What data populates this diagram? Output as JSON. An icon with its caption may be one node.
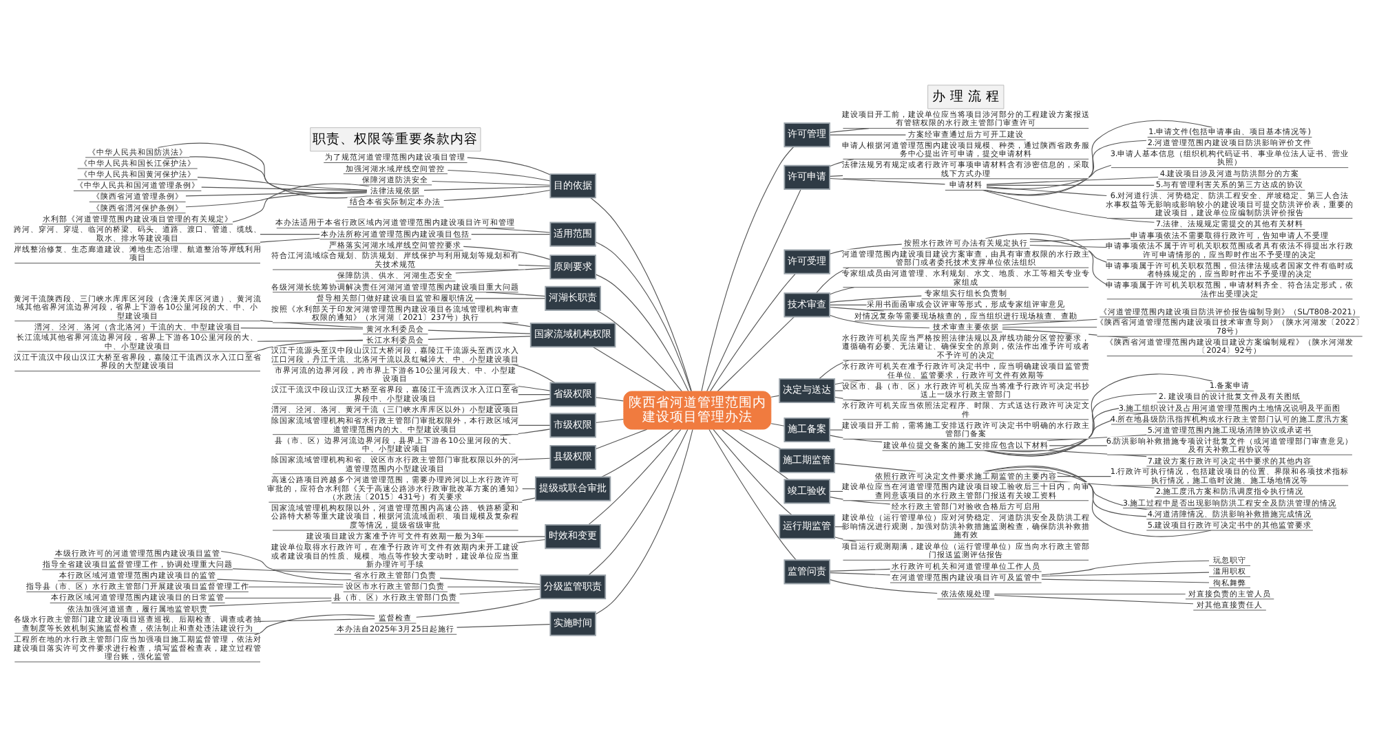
{
  "diagram": {
    "nodes": [
      {
        "text": [
          "陕西省河道管理范围内建设项目管理办法"
        ]
      },
      {
        "text": [
          "目的依据"
        ]
      },
      {
        "text": [
          "为了规范河道管理范围内建设项目管理"
        ]
      },
      {
        "text": [
          "加强河湖水域岸线空间管控"
        ]
      },
      {
        "text": [
          "保障河道防洪安全"
        ]
      },
      {
        "text": [
          "法律法规依据"
        ]
      },
      {
        "text": [
          "《中华人民共和国防洪法》"
        ]
      },
      {
        "text": [
          "《中华人民共和国长江保护法》"
        ]
      },
      {
        "text": [
          "《中华人民共和国黄河保护法》"
        ]
      },
      {
        "text": [
          "《中华人民共和国河道管理条例》"
        ]
      },
      {
        "text": [
          "《陕西省河道管理条例》"
        ]
      },
      {
        "text": [
          "《陕西省渭河保护条例》"
        ]
      },
      {
        "text": [
          "水利部《河道管理范围内建设项目管理的有关规定》"
        ]
      },
      {
        "text": [
          "结合本省实际制定本办法"
        ]
      },
      {
        "text": [
          "适用范围"
        ]
      },
      {
        "text": [
          "本办法适用于本省行政区域内河道管理范围内建设项目许可和管理"
        ]
      },
      {
        "text": [
          "本办法所称河道管理范围内建设项目包括"
        ]
      },
      {
        "text": [
          "跨河、穿河、穿堤、临河的桥梁、码头、道路、渡口、管道、缆线、取水、排水等建设项目"
        ]
      },
      {
        "text": [
          "岸线整治修复、生态廊道建设、滩地生态治理、航道整治等岸线利用项目"
        ]
      },
      {
        "text": [
          "原则要求"
        ]
      },
      {
        "text": [
          "严格落实河湖水域岸线空间管控要求"
        ]
      },
      {
        "text": [
          "符合江河流域综合规划、防洪规划、岸线保护与利用规划等规划和有关技术规范"
        ]
      },
      {
        "text": [
          "保障防洪、供水、河湖生态安全"
        ]
      },
      {
        "text": [
          "河湖长职责"
        ]
      },
      {
        "text": [
          "各级河湖长统筹协调解决责任河湖河道管理范围内建设项目重大问题"
        ]
      },
      {
        "text": [
          "督导相关部门做好建设项目监管和履职情况"
        ]
      },
      {
        "text": [
          "国家流域机构权限"
        ]
      },
      {
        "text": [
          "按照《水利部关于印发河湖管理范围内建设项目各流域管理机构审查权限的通知》（水河湖〔2021〕237号）执行"
        ]
      },
      {
        "text": [
          "黄河水利委员会"
        ]
      },
      {
        "text": [
          "黄河干流陕西段、三门峡水库库区河段（含潼关库区河道）、黄河流域其他省界河流边界河段，省界上下游各10公里河段的大、中、小型建设项目"
        ]
      },
      {
        "text": [
          "渭河、泾河、洛河（含北洛河）干流的大、中型建设项目"
        ]
      },
      {
        "text": [
          "长江水利委员会"
        ]
      },
      {
        "text": [
          "长江流域其他省界河流边界河段，省界上下游各10公里河段的大、中、小型建设项目"
        ]
      },
      {
        "text": [
          "汉江干流汉中段山汉江大桥至省界段，嘉陵江干流西汉水入江口至省界段的大型建设项目"
        ]
      },
      {
        "text": [
          "省级权限"
        ]
      },
      {
        "text": [
          "汉江干流源头至汉中段山汉江大桥河段，嘉陵江干流源头至西汉水入江口河段，丹江干流、北洛河干流以及红碱淖大、中、小型建设项目"
        ]
      },
      {
        "text": [
          "市界河流的边界河段，跨市界上下游各10公里河段大、中、小型建设项目"
        ]
      },
      {
        "text": [
          "汉江干流汉中段山汉江大桥至省界段，嘉陵江干流西汉水入江口至省界段中、小型建设项目"
        ]
      },
      {
        "text": [
          "渭河、泾河、洛河、黄河干流（三门峡水库库区以外）小型建设项目"
        ]
      },
      {
        "text": [
          "市级权限"
        ]
      },
      {
        "text": [
          "除国家流域管理机构和省水行政主管部门审批权限外，本行政区域河道管理范围内的大、中型建设项目"
        ]
      },
      {
        "text": [
          "县（市、区）边界河流边界河段，县界上下游各10公里河段的大、中、小型建设项目"
        ]
      },
      {
        "text": [
          "县级权限"
        ]
      },
      {
        "text": [
          "除国家流域管理机构和省、设区市水行政主管部门审批权限以外的河道管理范围内小型建设项目"
        ]
      },
      {
        "text": [
          "提级或联合审批"
        ]
      },
      {
        "text": [
          "高速公路项目跨越多个河道管理范围，需要办理跨河以上水行政许可审批的，应符合水利部《关于高速公路涉水行政审批改革方案的通知》（水政法〔2015〕431号）有关要求"
        ]
      },
      {
        "text": [
          "国家流域管理机构权限以外，河道管理范围内高速公路、铁路桥梁和公路特大桥等重大建设项目，根据河流流域面积、项目规模及复杂程度等情况，提级省级审批"
        ]
      },
      {
        "text": [
          "时效和变更"
        ]
      },
      {
        "text": [
          "建设项目建设方案准予许可文件有效期一般为3年"
        ]
      },
      {
        "text": [
          "建设单位取得水行政许可，在准予行政许可文件有效期内未开工建设或者建设项目的性质、规模、地点等作较大变动时，建设单位应当重新办理许可手续"
        ]
      },
      {
        "text": [
          "分级监管职责"
        ]
      },
      {
        "text": [
          "省水行政主管部门负责"
        ]
      },
      {
        "text": [
          "本级行政许可的河道管理范围内建设项目监管"
        ]
      },
      {
        "text": [
          "指导全省建设项目监督管理工作，协调处理重大问题"
        ]
      },
      {
        "text": [
          "设区市水行政主管部门负责"
        ]
      },
      {
        "text": [
          "本行政区域河道管理范围内建设项目的监管"
        ]
      },
      {
        "text": [
          "指导县（市、区）水行政主管部门开展建设项目监督管理工作"
        ]
      },
      {
        "text": [
          "县（市、区）水行政主管部门负责"
        ]
      },
      {
        "text": [
          "本行政区域河道管理范围内建设项目的日常监管"
        ]
      },
      {
        "text": [
          "依法加强河道巡查，履行属地监管职责"
        ]
      },
      {
        "text": [
          "监督检查"
        ]
      },
      {
        "text": [
          "各级水行政主管部门建立建设项目巡查巡视、后期检查、调查或者抽查制度等长效机制实施监督检查，依法制止和查处违法建设行为"
        ]
      },
      {
        "text": [
          "工程所在地的水行政主管部门应当加强项目施工期监督管理，依法对建设项目落实许可文件要求进行检查，填写监督检查表，建立过程管理台账，强化监管"
        ]
      },
      {
        "text": [
          "实施时间"
        ]
      },
      {
        "text": [
          "本办法自2025年3月25日起施行"
        ]
      },
      {
        "text": [
          "许可管理"
        ]
      },
      {
        "text": [
          "建设项目开工前，建设单位应当将项目涉河部分的工程建设方案报送有管辖权限的水行政主管部门审查许可"
        ]
      },
      {
        "text": [
          "方案经审查通过后方可开工建设"
        ]
      },
      {
        "text": [
          "许可申请"
        ]
      },
      {
        "text": [
          "申请人根据河道管理范围内建设项目规模、种类，通过陕西省政务服务中心提出许可申请，提交申请材料"
        ]
      },
      {
        "text": [
          "法律法规另有规定或者行政许可事项申请材料含有涉密信息的，采取线下方式办理"
        ]
      },
      {
        "text": [
          "申请材料"
        ]
      },
      {
        "text": [
          "1.申请文件(包括申请事由、项目基本情况等)"
        ]
      },
      {
        "text": [
          "2.河道管理范围内建设项目防洪影响评价文件"
        ]
      },
      {
        "text": [
          "3.申请人基本信息（组织机构代码证书、事业单位法人证书、营业执照）"
        ]
      },
      {
        "text": [
          "4.建设项目涉及河道与防洪部分的方案"
        ]
      },
      {
        "text": [
          "5.与有管理利害关系的第三方达成的协议"
        ]
      },
      {
        "text": [
          "6.对河道行洪、河势稳定、防洪工程安全、岸坡稳定、第三人合法水事权益等无影响或影响较小的建设项目可提交防洪评价表，重要的建设项目，建设单位应编制防洪评价报告"
        ]
      },
      {
        "text": [
          "7.法律、法规规定需提交的其他有关材料"
        ]
      },
      {
        "text": [
          "许可受理"
        ]
      },
      {
        "text": [
          "按照水行政许可办法有关规定执行"
        ]
      },
      {
        "text": [
          "申请事项依法不需要取得行政许可，告知申请人不受理"
        ]
      },
      {
        "text": [
          "申请事项依法不属于许可机关职权范围或者具有依法不得提出水行政许可申请情形的，应当即时作出不予受理的决定"
        ]
      },
      {
        "text": [
          "申请事项属于许可机关职权范围，但法律法规或者国家文件有临时或者特殊规定的，应当即时作出不予受理的决定"
        ]
      },
      {
        "text": [
          "申请事项属于许可机关职权范围，申请材料齐全、符合法定形式，依法作出受理决定"
        ]
      },
      {
        "text": [
          "技术审查"
        ]
      },
      {
        "text": [
          "河道管理范围内建设项目建设方案审查，由具有审查权限的水行政主管部门或者委托技术支撑单位依法组织"
        ]
      },
      {
        "text": [
          "专家组成员由河道管理、水利规划、水文、地质、水工等相关专业专家组成"
        ]
      },
      {
        "text": [
          "专家组实行组长负责制"
        ]
      },
      {
        "text": [
          "采用书面函审或会议评审等形式，形成专家组评审意见"
        ]
      },
      {
        "text": [
          "对情况复杂等需要现场核查的，应当组织进行现场核查、查勘"
        ]
      },
      {
        "text": [
          "技术审查主要依据"
        ]
      },
      {
        "text": [
          "《河道管理范围内建设项目防洪评价报告编制导则》（SL/T808-2021）"
        ]
      },
      {
        "text": [
          "《陕西省河道管理范围内建设项目技术审查导则》（陕水河湖发〔2022〕78号）"
        ]
      },
      {
        "text": [
          "《陕西省河道管理范围内建设项目建设方案编制规程》（陕水河湖发〔2024〕92号）"
        ]
      },
      {
        "text": [
          "决定与送达"
        ]
      },
      {
        "text": [
          "水行政许可机关应当严格按照法律法规以及岸线功能分区管控要求，遵循确有必要、无法避让、确保安全的原则，依法作出准予许可或者不予许可的决定"
        ]
      },
      {
        "text": [
          "水行政许可机关在准予行政许可决定书中，应当明确建设项目监管责任单位、监管要求，行政许可文件有效期等"
        ]
      },
      {
        "text": [
          "设区市、县（市、区）水行政许可机关应当将准予行政许可决定书抄送上一级水行政主管部门"
        ]
      },
      {
        "text": [
          "水行政许可机关应当依照法定程序、时限、方式送达行政许可决定文件"
        ]
      },
      {
        "text": [
          "施工备案"
        ]
      },
      {
        "text": [
          "建设项目开工前，需将施工安排送行政许可决定书中明确的水行政主管部门备案"
        ]
      },
      {
        "text": [
          "建设单位提交备案的施工安排应包含以下材料"
        ]
      },
      {
        "text": [
          "1.备案申请"
        ]
      },
      {
        "text": [
          "2. 建设项目的设计批复文件及有关图纸"
        ]
      },
      {
        "text": [
          "3.施工组织设计及占用河道管理范围内土地情况说明及平面图"
        ]
      },
      {
        "text": [
          "4.所在地县级防汛指挥机构或水行政主管部门认可的施工度汛方案"
        ]
      },
      {
        "text": [
          "5.河道管理范围内施工现场清障协议或承诺书"
        ]
      },
      {
        "text": [
          "6.防洪影响补救措施专项设计批复文件（或河道管理部门审查意见）及有关补救工程协议等"
        ]
      },
      {
        "text": [
          "7.建设方案行政许可决定书中要求的其他内容"
        ]
      },
      {
        "text": [
          "施工期监管"
        ]
      },
      {
        "text": [
          "依照行政许可决定文件要求施工期监管的主要内容"
        ]
      },
      {
        "text": [
          "1.行政许可执行情况，包括建设项目的位置、界限和各项技术指标执行情况，施工临时设施、施工场地情况等"
        ]
      },
      {
        "text": [
          "2.施工度汛方案和防汛调度指令执行情况"
        ]
      },
      {
        "text": [
          "3.施工过程中是否出现影响防洪工程安全及防洪管理的情况"
        ]
      },
      {
        "text": [
          "4.河道清障情况、防洪影响补救措施完成情况"
        ]
      },
      {
        "text": [
          "5.建设项目行政许可决定书中的其他监管要求"
        ]
      },
      {
        "text": [
          "竣工验收"
        ]
      },
      {
        "text": [
          "建设单位应当在河道管理范围内建设项目竣工验收后三十日内，向审查同意该项目的水行政主管部门报送有关竣工资料"
        ]
      },
      {
        "text": [
          "经水行政主管部门对验收合格后方可启用"
        ]
      },
      {
        "text": [
          "运行期监管"
        ]
      },
      {
        "text": [
          "建设单位（运行管理单位）应对河势稳定、河道防洪安全及防洪工程影响情况进行观测，加强对防洪补救措施监测检查，确保防洪补救措施有效"
        ]
      },
      {
        "text": [
          "项目运行观测期满，建设单位（运行管理单位）应当向水行政主管部门报送监测评估报告"
        ]
      },
      {
        "text": [
          "监管问责"
        ]
      },
      {
        "text": [
          "水行政许可机关和河道管理单位工作人员"
        ]
      },
      {
        "text": [
          "在河道管理范围内建设项目许可及监管中"
        ]
      },
      {
        "text": [
          "玩忽职守"
        ]
      },
      {
        "text": [
          "滥用职权"
        ]
      },
      {
        "text": [
          "徇私舞弊"
        ]
      },
      {
        "text": [
          "依法依规处理"
        ]
      },
      {
        "text": [
          "对直接负责的主管人员"
        ]
      },
      {
        "text": [
          "对其他直接责任人"
        ]
      }
    ],
    "edges": [
      {
        "from": 0,
        "to": 1,
        "arrow": "none"
      },
      {
        "from": 1,
        "to": 2,
        "arrow": "none"
      },
      {
        "from": 1,
        "to": 3,
        "arrow": "none"
      },
      {
        "from": 1,
        "to": 4,
        "arrow": "none"
      },
      {
        "from": 1,
        "to": 5,
        "arrow": "none"
      },
      {
        "from": 5,
        "to": 6,
        "arrow": "none"
      },
      {
        "from": 5,
        "to": 7,
        "arrow": "none"
      },
      {
        "from": 5,
        "to": 8,
        "arrow": "none"
      },
      {
        "from": 5,
        "to": 9,
        "arrow": "none"
      },
      {
        "from": 5,
        "to": 10,
        "arrow": "none"
      },
      {
        "from": 5,
        "to": 11,
        "arrow": "none"
      },
      {
        "from": 5,
        "to": 12,
        "arrow": "none"
      },
      {
        "from": 1,
        "to": 13,
        "arrow": "none"
      },
      {
        "from": 0,
        "to": 14,
        "arrow": "none"
      },
      {
        "from": 14,
        "to": 15,
        "arrow": "none"
      },
      {
        "from": 14,
        "to": 16,
        "arrow": "none"
      },
      {
        "from": 16,
        "to": 17,
        "arrow": "none"
      },
      {
        "from": 16,
        "to": 18,
        "arrow": "none"
      },
      {
        "from": 0,
        "to": 19,
        "arrow": "none"
      },
      {
        "from": 19,
        "to": 20,
        "arrow": "none"
      },
      {
        "from": 19,
        "to": 21,
        "arrow": "none"
      },
      {
        "from": 19,
        "to": 22,
        "arrow": "none"
      },
      {
        "from": 0,
        "to": 23,
        "arrow": "none"
      },
      {
        "from": 23,
        "to": 24,
        "arrow": "none"
      },
      {
        "from": 23,
        "to": 25,
        "arrow": "none"
      },
      {
        "from": 0,
        "to": 26,
        "arrow": "none"
      },
      {
        "from": 26,
        "to": 27,
        "arrow": "none"
      },
      {
        "from": 26,
        "to": 28,
        "arrow": "none"
      },
      {
        "from": 28,
        "to": 29,
        "arrow": "none"
      },
      {
        "from": 28,
        "to": 30,
        "arrow": "none"
      },
      {
        "from": 26,
        "to": 31,
        "arrow": "none"
      },
      {
        "from": 31,
        "to": 32,
        "arrow": "none"
      },
      {
        "from": 31,
        "to": 33,
        "arrow": "none"
      },
      {
        "from": 0,
        "to": 34,
        "arrow": "none"
      },
      {
        "from": 34,
        "to": 35,
        "arrow": "none"
      },
      {
        "from": 34,
        "to": 36,
        "arrow": "none"
      },
      {
        "from": 34,
        "to": 37,
        "arrow": "none"
      },
      {
        "from": 34,
        "to": 38,
        "arrow": "none"
      },
      {
        "from": 0,
        "to": 39,
        "arrow": "none"
      },
      {
        "from": 39,
        "to": 40,
        "arrow": "none"
      },
      {
        "from": 39,
        "to": 41,
        "arrow": "none"
      },
      {
        "from": 0,
        "to": 42,
        "arrow": "none"
      },
      {
        "from": 42,
        "to": 43,
        "arrow": "none"
      },
      {
        "from": 0,
        "to": 44,
        "arrow": "none"
      },
      {
        "from": 44,
        "to": 45,
        "arrow": "none"
      },
      {
        "from": 44,
        "to": 46,
        "arrow": "none"
      },
      {
        "from": 0,
        "to": 47,
        "arrow": "none"
      },
      {
        "from": 47,
        "to": 48,
        "arrow": "none"
      },
      {
        "from": 47,
        "to": 49,
        "arrow": "none"
      },
      {
        "from": 0,
        "to": 50,
        "arrow": "none"
      },
      {
        "from": 50,
        "to": 51,
        "arrow": "none"
      },
      {
        "from": 51,
        "to": 52,
        "arrow": "none"
      },
      {
        "from": 51,
        "to": 53,
        "arrow": "none"
      },
      {
        "from": 50,
        "to": 54,
        "arrow": "none"
      },
      {
        "from": 54,
        "to": 55,
        "arrow": "none"
      },
      {
        "from": 54,
        "to": 56,
        "arrow": "none"
      },
      {
        "from": 50,
        "to": 57,
        "arrow": "none"
      },
      {
        "from": 57,
        "to": 58,
        "arrow": "none"
      },
      {
        "from": 57,
        "to": 59,
        "arrow": "none"
      },
      {
        "from": 50,
        "to": 60,
        "arrow": "none"
      },
      {
        "from": 60,
        "to": 61,
        "arrow": "none"
      },
      {
        "from": 60,
        "to": 62,
        "arrow": "none"
      },
      {
        "from": 0,
        "to": 63,
        "arrow": "none"
      },
      {
        "from": 63,
        "to": 64,
        "arrow": "none"
      },
      {
        "from": 0,
        "to": 65,
        "arrow": "none"
      },
      {
        "from": 65,
        "to": 66,
        "arrow": "none"
      },
      {
        "from": 65,
        "to": 67,
        "arrow": "none"
      },
      {
        "from": 0,
        "to": 68,
        "arrow": "none"
      },
      {
        "from": 68,
        "to": 69,
        "arrow": "none"
      },
      {
        "from": 68,
        "to": 70,
        "arrow": "none"
      },
      {
        "from": 68,
        "to": 71,
        "arrow": "none"
      },
      {
        "from": 71,
        "to": 72,
        "arrow": "none"
      },
      {
        "from": 71,
        "to": 73,
        "arrow": "none"
      },
      {
        "from": 71,
        "to": 74,
        "arrow": "none"
      },
      {
        "from": 71,
        "to": 75,
        "arrow": "none"
      },
      {
        "from": 71,
        "to": 76,
        "arrow": "none"
      },
      {
        "from": 71,
        "to": 77,
        "arrow": "none"
      },
      {
        "from": 71,
        "to": 78,
        "arrow": "none"
      },
      {
        "from": 0,
        "to": 79,
        "arrow": "none"
      },
      {
        "from": 79,
        "to": 80,
        "arrow": "none"
      },
      {
        "from": 80,
        "to": 81,
        "arrow": "none"
      },
      {
        "from": 80,
        "to": 82,
        "arrow": "none"
      },
      {
        "from": 80,
        "to": 83,
        "arrow": "none"
      },
      {
        "from": 80,
        "to": 84,
        "arrow": "none"
      },
      {
        "from": 0,
        "to": 85,
        "arrow": "none"
      },
      {
        "from": 85,
        "to": 86,
        "arrow": "none"
      },
      {
        "from": 85,
        "to": 87,
        "arrow": "none"
      },
      {
        "from": 85,
        "to": 88,
        "arrow": "none"
      },
      {
        "from": 85,
        "to": 89,
        "arrow": "none"
      },
      {
        "from": 85,
        "to": 90,
        "arrow": "none"
      },
      {
        "from": 85,
        "to": 91,
        "arrow": "none"
      },
      {
        "from": 91,
        "to": 92,
        "arrow": "none"
      },
      {
        "from": 91,
        "to": 93,
        "arrow": "none"
      },
      {
        "from": 91,
        "to": 94,
        "arrow": "none"
      },
      {
        "from": 0,
        "to": 95,
        "arrow": "none"
      },
      {
        "from": 95,
        "to": 96,
        "arrow": "none"
      },
      {
        "from": 95,
        "to": 97,
        "arrow": "none"
      },
      {
        "from": 95,
        "to": 98,
        "arrow": "none"
      },
      {
        "from": 95,
        "to": 99,
        "arrow": "none"
      },
      {
        "from": 0,
        "to": 100,
        "arrow": "none"
      },
      {
        "from": 100,
        "to": 101,
        "arrow": "none"
      },
      {
        "from": 100,
        "to": 102,
        "arrow": "none"
      },
      {
        "from": 102,
        "to": 103,
        "arrow": "none"
      },
      {
        "from": 102,
        "to": 104,
        "arrow": "none"
      },
      {
        "from": 102,
        "to": 105,
        "arrow": "none"
      },
      {
        "from": 102,
        "to": 106,
        "arrow": "none"
      },
      {
        "from": 102,
        "to": 107,
        "arrow": "none"
      },
      {
        "from": 102,
        "to": 108,
        "arrow": "none"
      },
      {
        "from": 102,
        "to": 109,
        "arrow": "none"
      },
      {
        "from": 0,
        "to": 110,
        "arrow": "none"
      },
      {
        "from": 110,
        "to": 111,
        "arrow": "none"
      },
      {
        "from": 111,
        "to": 112,
        "arrow": "none"
      },
      {
        "from": 111,
        "to": 113,
        "arrow": "none"
      },
      {
        "from": 111,
        "to": 114,
        "arrow": "none"
      },
      {
        "from": 111,
        "to": 115,
        "arrow": "none"
      },
      {
        "from": 111,
        "to": 116,
        "arrow": "none"
      },
      {
        "from": 0,
        "to": 117,
        "arrow": "none"
      },
      {
        "from": 117,
        "to": 118,
        "arrow": "none"
      },
      {
        "from": 117,
        "to": 119,
        "arrow": "none"
      },
      {
        "from": 0,
        "to": 120,
        "arrow": "none"
      },
      {
        "from": 120,
        "to": 121,
        "arrow": "none"
      },
      {
        "from": 120,
        "to": 122,
        "arrow": "none"
      },
      {
        "from": 0,
        "to": 123,
        "arrow": "none"
      },
      {
        "from": 123,
        "to": 124,
        "arrow": "none"
      },
      {
        "from": 123,
        "to": 125,
        "arrow": "none"
      },
      {
        "from": 125,
        "to": 126,
        "arrow": "none"
      },
      {
        "from": 125,
        "to": 127,
        "arrow": "none"
      },
      {
        "from": 125,
        "to": 128,
        "arrow": "none"
      },
      {
        "from": 123,
        "to": 129,
        "arrow": "none"
      },
      {
        "from": 129,
        "to": 130,
        "arrow": "none"
      },
      {
        "from": 129,
        "to": 131,
        "arrow": "none"
      }
    ],
    "labels": [
      "职责、权限等重要条款内容",
      "办 理 流 程"
    ]
  }
}
